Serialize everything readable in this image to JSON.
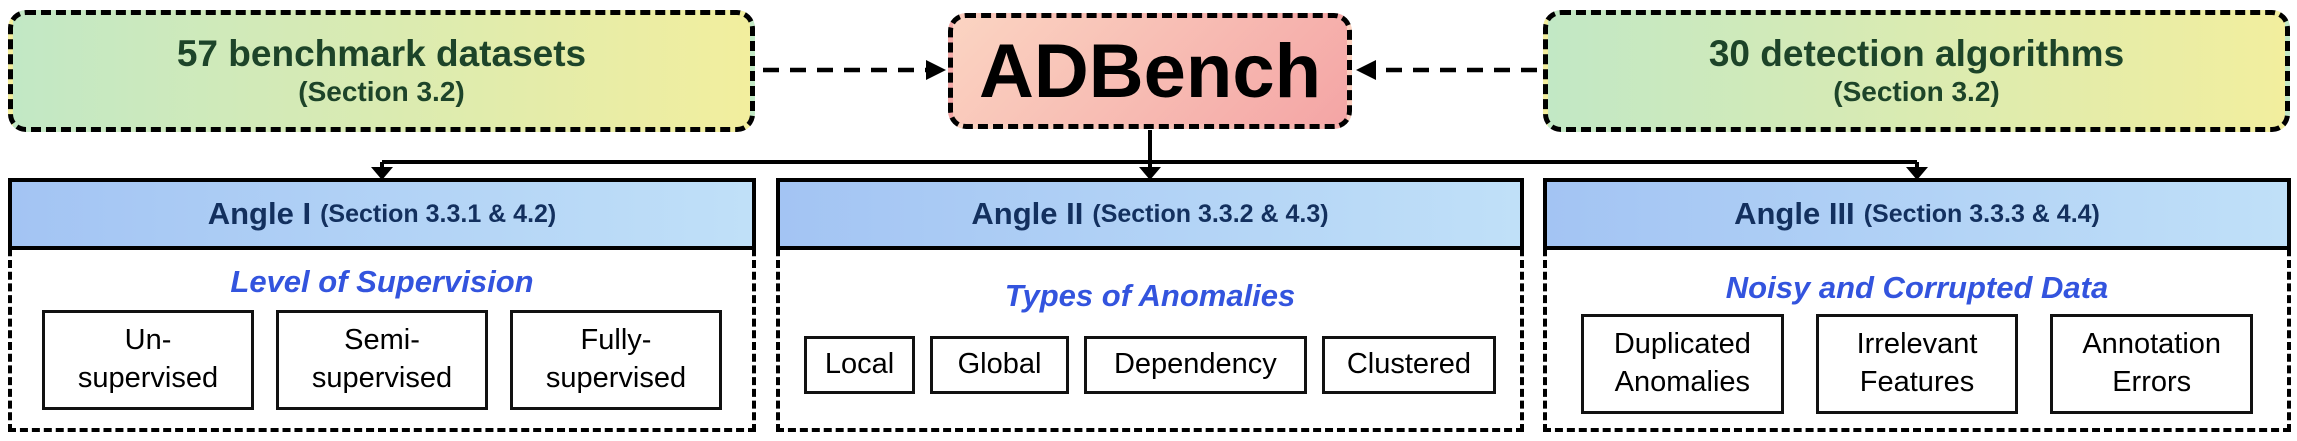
{
  "top_row": {
    "datasets_box": {
      "title": "57 benchmark datasets",
      "section": "(Section 3.2)"
    },
    "adbench_box": {
      "title": "ADBench"
    },
    "algorithms_box": {
      "title": "30 detection algorithms",
      "section": "(Section 3.2)"
    }
  },
  "angles": [
    {
      "name": "Angle I",
      "section": "(Section 3.3.1 & 4.2)",
      "subtitle": "Level of Supervision",
      "items": [
        {
          "label": "Un-\nsupervised"
        },
        {
          "label": "Semi-\nsupervised"
        },
        {
          "label": "Fully-\nsupervised"
        }
      ]
    },
    {
      "name": "Angle II",
      "section": "(Section 3.3.2 & 4.3)",
      "subtitle": "Types of Anomalies",
      "items": [
        {
          "label": "Local"
        },
        {
          "label": "Global"
        },
        {
          "label": "Dependency"
        },
        {
          "label": "Clustered"
        }
      ]
    },
    {
      "name": "Angle III",
      "section": "(Section 3.3.3 & 4.4)",
      "subtitle": "Noisy and Corrupted Data",
      "items": [
        {
          "label": "Duplicated\nAnomalies"
        },
        {
          "label": "Irrelevant\nFeatures"
        },
        {
          "label": "Annotation\nErrors"
        }
      ]
    }
  ],
  "colors": {
    "dataset_gradient_start": "#c2e8c5",
    "dataset_gradient_end": "#f2ee9e",
    "adbench_gradient_start": "#fbd4c2",
    "adbench_gradient_end": "#f4a5a5",
    "angle_header_gradient_start": "#a3c4f3",
    "angle_header_gradient_end": "#c0e0f8",
    "dark_green_text": "#1d4429",
    "navy_header_text": "#13305e",
    "blue_subtitle_text": "#3354de",
    "connector_line": "#000000"
  }
}
